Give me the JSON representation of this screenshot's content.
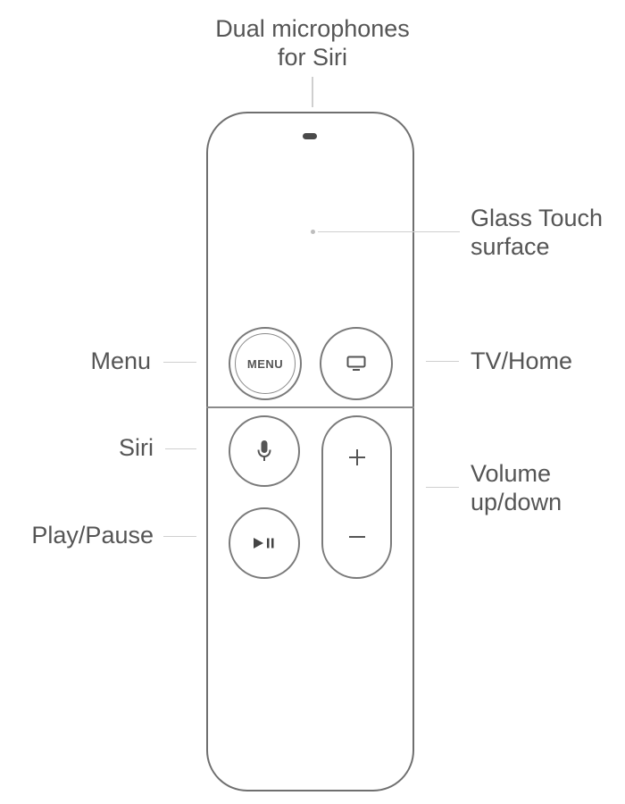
{
  "labels": {
    "microphones": [
      "Dual microphones",
      "for Siri"
    ],
    "touch_surface": [
      "Glass Touch",
      "surface"
    ],
    "menu": "Menu",
    "tv_home": "TV/Home",
    "siri": "Siri",
    "volume": [
      "Volume",
      "up/down"
    ],
    "play_pause": "Play/Pause"
  },
  "buttons": {
    "menu_text": "MENU"
  },
  "colors": {
    "outline": "#6f6f6f",
    "label_text": "#555555",
    "leader": "#cfcfcf"
  },
  "icons": {
    "tv": "tv-screen-icon",
    "siri": "microphone-icon",
    "play_pause": "play-pause-icon",
    "volume_up": "plus-icon",
    "volume_down": "minus-icon"
  }
}
